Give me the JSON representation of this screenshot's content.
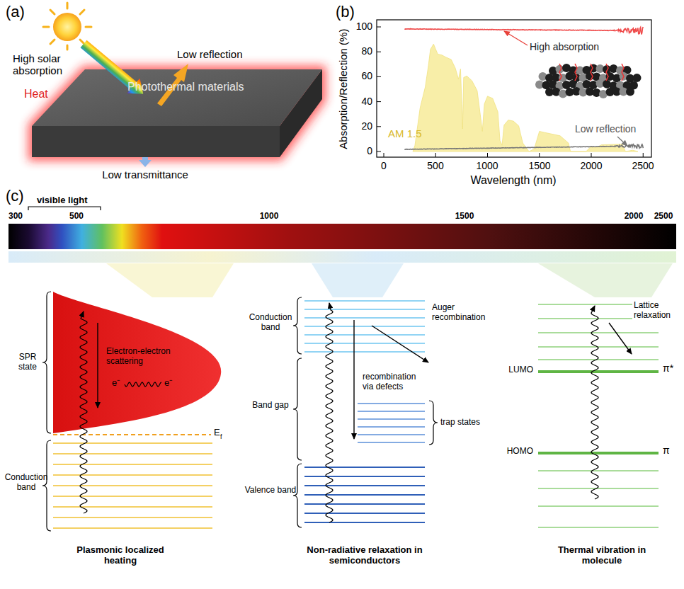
{
  "diagram": {
    "nodes": [
      {
        "text": [
          "Photothermal materials"
        ]
      }
    ],
    "labels": [
      "(a)",
      "High solar absorption",
      "Low reflection",
      "Heat",
      "Low transmittance",
      "(b)",
      "100",
      "80",
      "60",
      "40",
      "20",
      "0",
      "0",
      "500",
      "1000",
      "1500",
      "2000",
      "2500",
      "Wavelength (nm)",
      "Absorption/Reflection (%)",
      "High absorption",
      "AM 1.5",
      "Low reflection",
      "(c)",
      "visible light",
      "300",
      "500",
      "1000",
      "1500",
      "2000",
      "2500",
      "SPR state",
      "Electron-electron scattering",
      "e⁻",
      "e⁻",
      "E",
      "f",
      "Conduction band",
      "Plasmonic localized heating",
      "Conduction band",
      "Auger recombination",
      "recombination via defects",
      "Band gap",
      "trap states",
      "Valence band",
      "Non-radiative relaxation in semiconductors",
      "Lattice relaxation",
      "LUMO",
      "π*",
      "HOMO",
      "π",
      "Thermal vibration in molecule"
    ]
  }
}
